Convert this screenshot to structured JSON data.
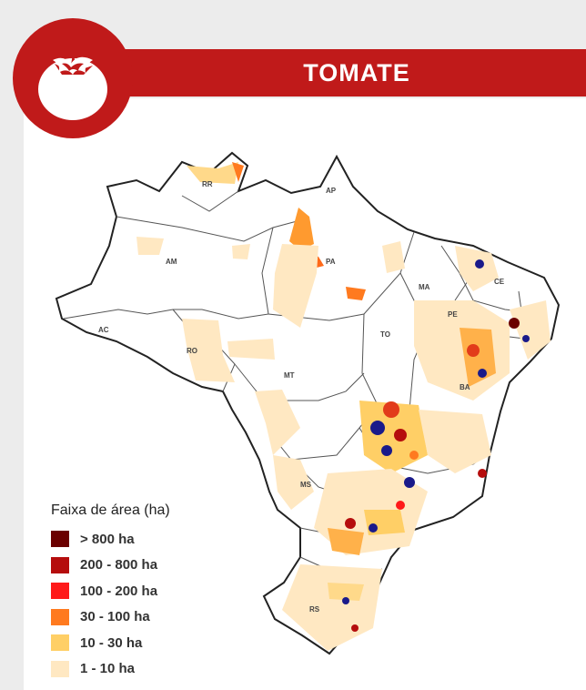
{
  "header": {
    "title": "TOMATE",
    "brand_color": "#c01a1a",
    "icon": "tomato-icon"
  },
  "map": {
    "state_labels": [
      "RR",
      "AP",
      "AM",
      "PA",
      "MA",
      "CE",
      "PE",
      "AC",
      "RO",
      "TO",
      "MT",
      "BA",
      "MS",
      "RS"
    ]
  },
  "legend": {
    "title": "Faixa de área (ha)",
    "items": [
      {
        "label": "> 800 ha",
        "color": "#6b0000"
      },
      {
        "label": "200 - 800 ha",
        "color": "#b50d0d"
      },
      {
        "label": "100 - 200 ha",
        "color": "#ff1a1a"
      },
      {
        "label": "30 - 100 ha",
        "color": "#ff7a1f"
      },
      {
        "label": "10 - 30 ha",
        "color": "#ffcf66"
      },
      {
        "label": "1 - 10 ha",
        "color": "#ffe8c2"
      }
    ]
  }
}
